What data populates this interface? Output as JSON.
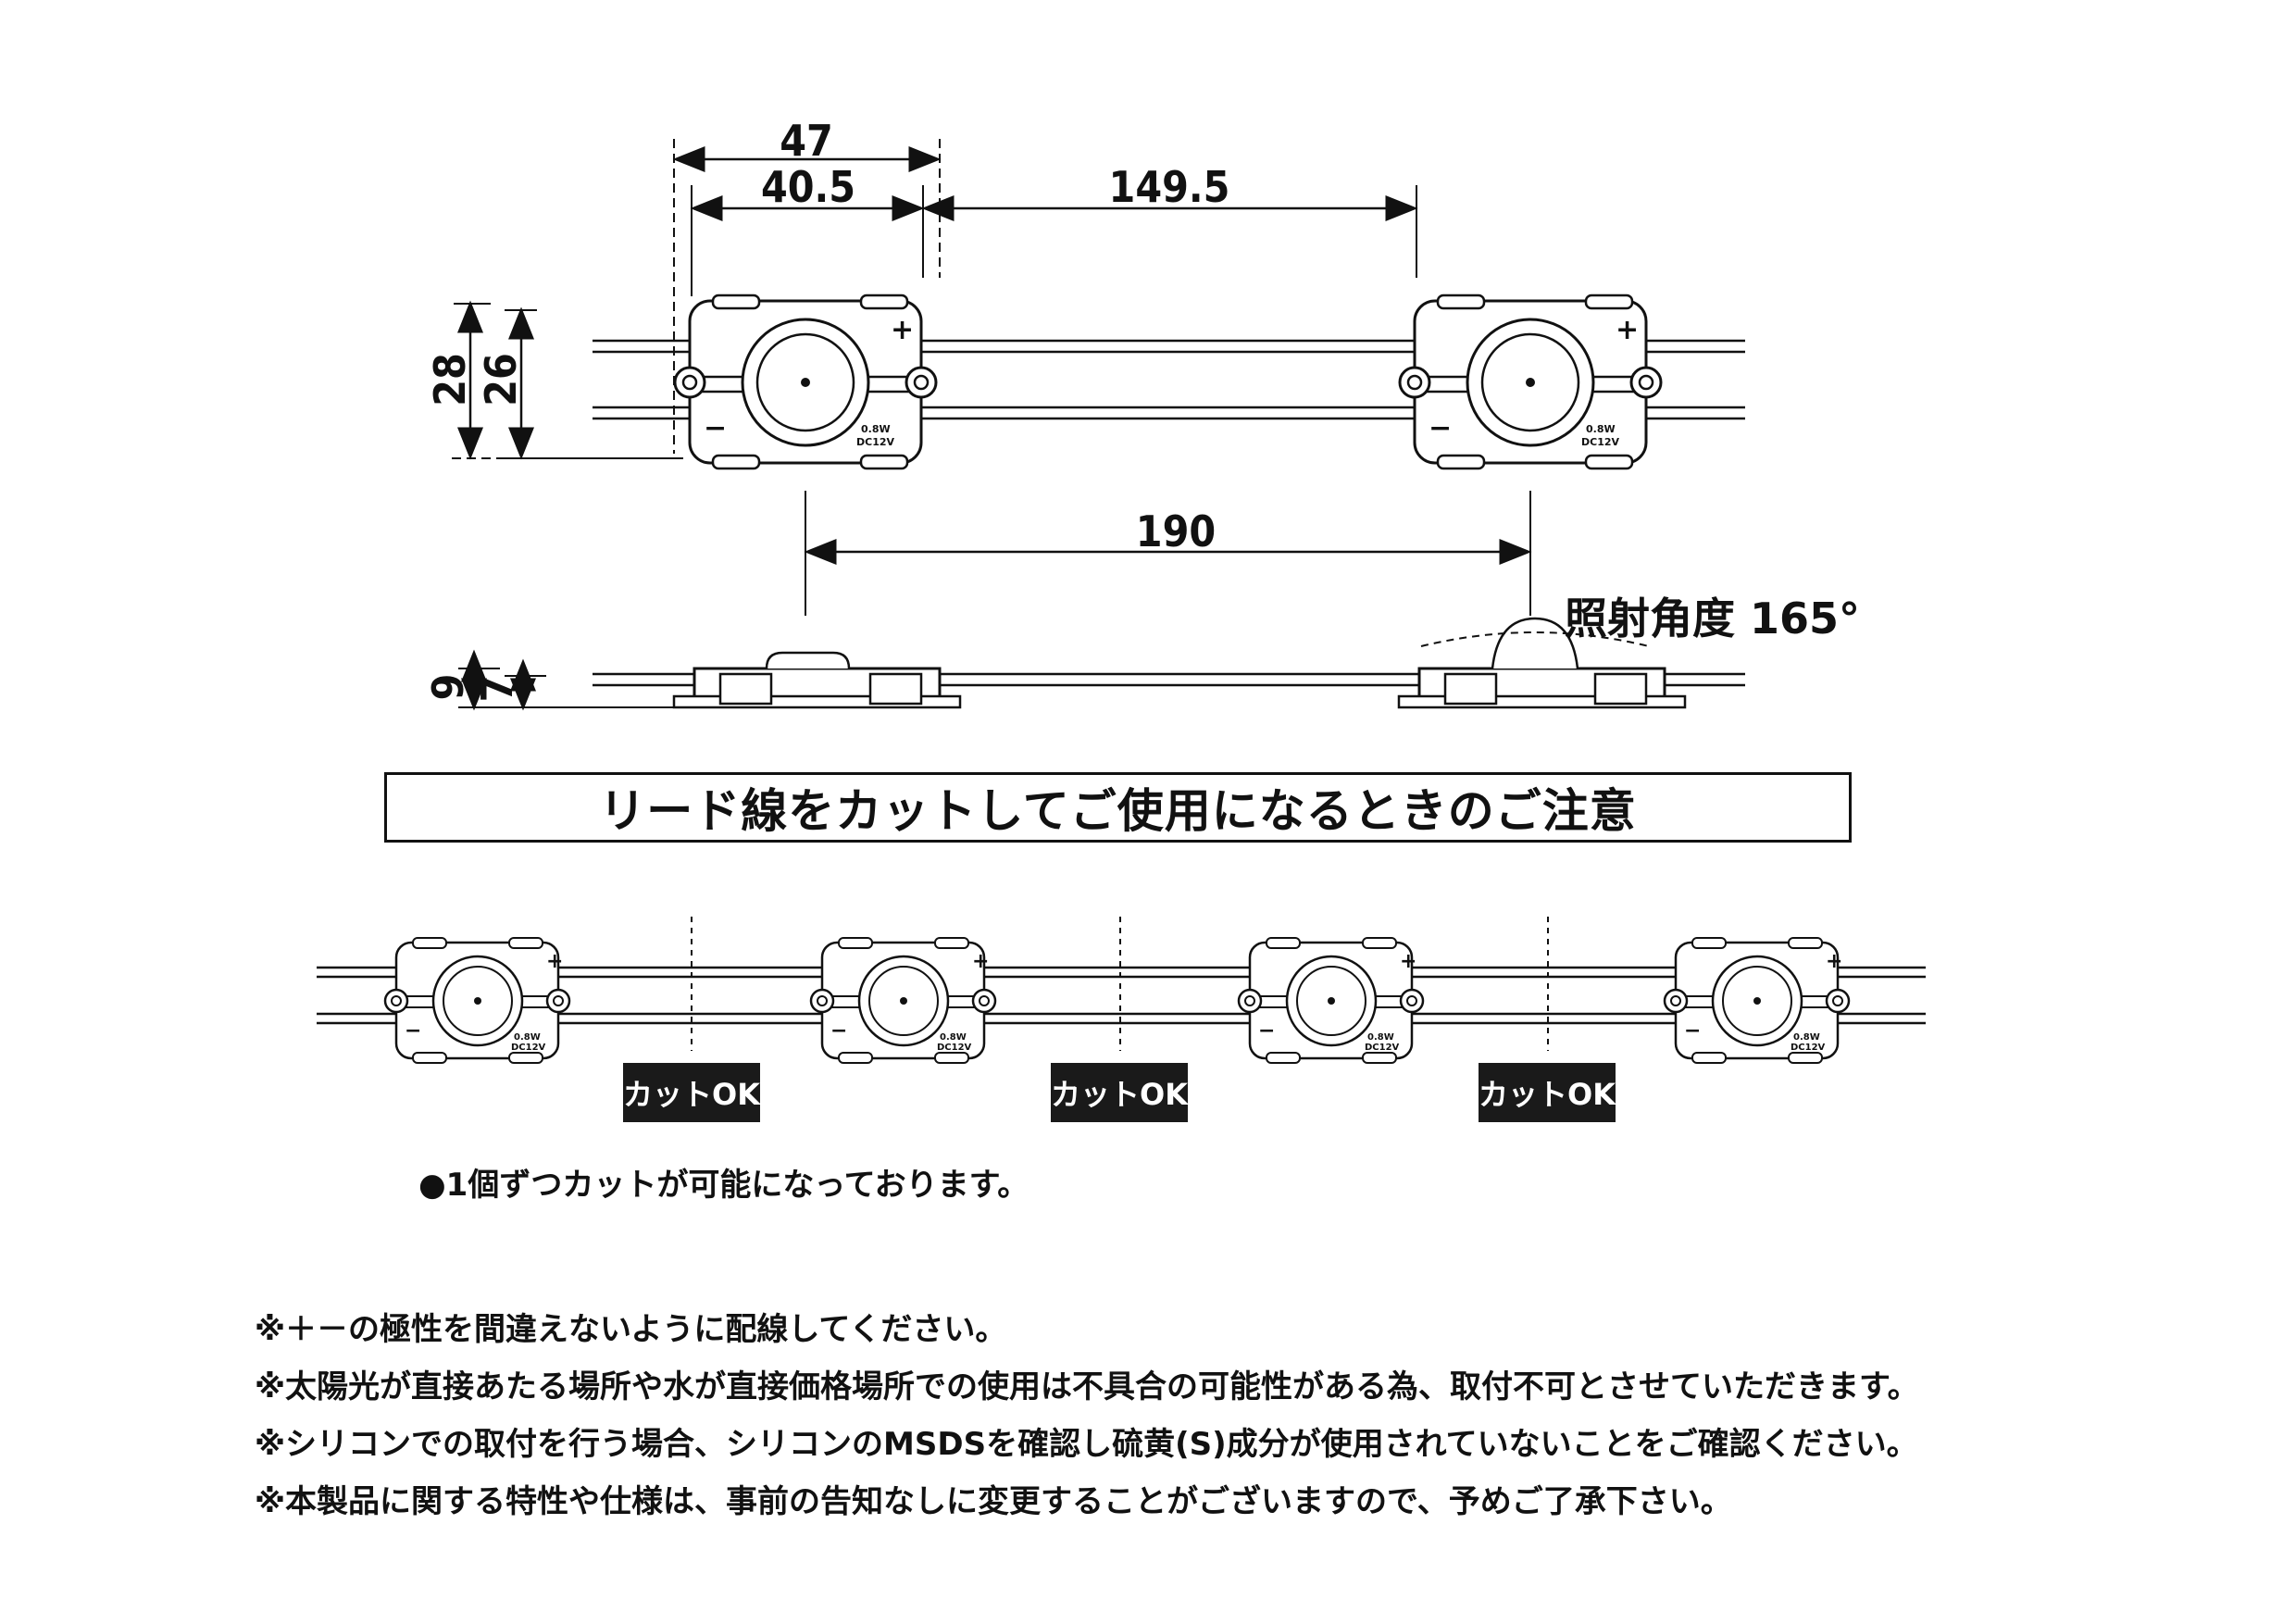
{
  "dimensions": {
    "d47": "47",
    "d40_5": "40.5",
    "d149_5": "149.5",
    "d28": "28",
    "d26": "26",
    "d190": "190",
    "d9": "9",
    "d7": "7"
  },
  "module_label": {
    "power": "0.8W",
    "voltage": "DC12V",
    "plus": "+",
    "minus": "−"
  },
  "beam_angle_label": "照射角度 165°",
  "notice_title": "リード線をカットしてご使用になるときのご注意",
  "cut_badges": [
    "カットOK",
    "カットOK",
    "カットOK"
  ],
  "bullet_note": "●1個ずつカットが可能になっております。",
  "notes": [
    "※＋－の極性を間違えないように配線してください。",
    "※太陽光が直接あたる場所や水が直接価格場所での使用は不具合の可能性がある為、取付不可とさせていただきます。",
    "※シリコンでの取付を行う場合、シリコンのMSDSを確認し硫黄(S)成分が使用されていないことをご確認ください。",
    "※本製品に関する特性や仕様は、事前の告知なしに変更することがございますので、予めご了承下さい。"
  ],
  "colors": {
    "line": "#111111",
    "badge_bg": "#1a1a1a",
    "badge_text": "#ffffff"
  }
}
